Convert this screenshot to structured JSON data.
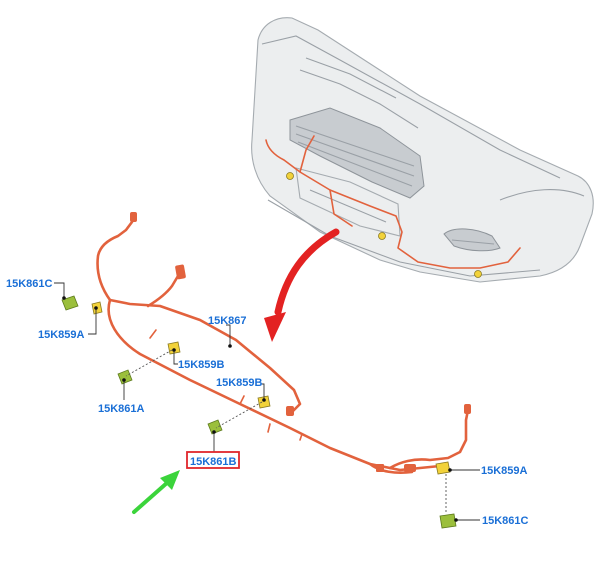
{
  "labels": {
    "l_15K861C_top": "15K861C",
    "l_15K859A_left": "15K859A",
    "l_15K867": "15K867",
    "l_15K859B_1": "15K859B",
    "l_15K861A": "15K861A",
    "l_15K859B_2": "15K859B",
    "l_15K861B": "15K861B",
    "l_15K859A_right": "15K859A",
    "l_15K861C_bottom": "15K861C"
  },
  "colors": {
    "harness": "#e2623d",
    "label_text": "#1a6fd6",
    "highlight_box": "#e0262b",
    "pointer_arrow_red": "#e32222",
    "pointer_arrow_green": "#3bd43b",
    "connector_yellow": "#f2d23a",
    "sensor_green": "#9bbf3c"
  },
  "highlighted_part": "15K861B"
}
